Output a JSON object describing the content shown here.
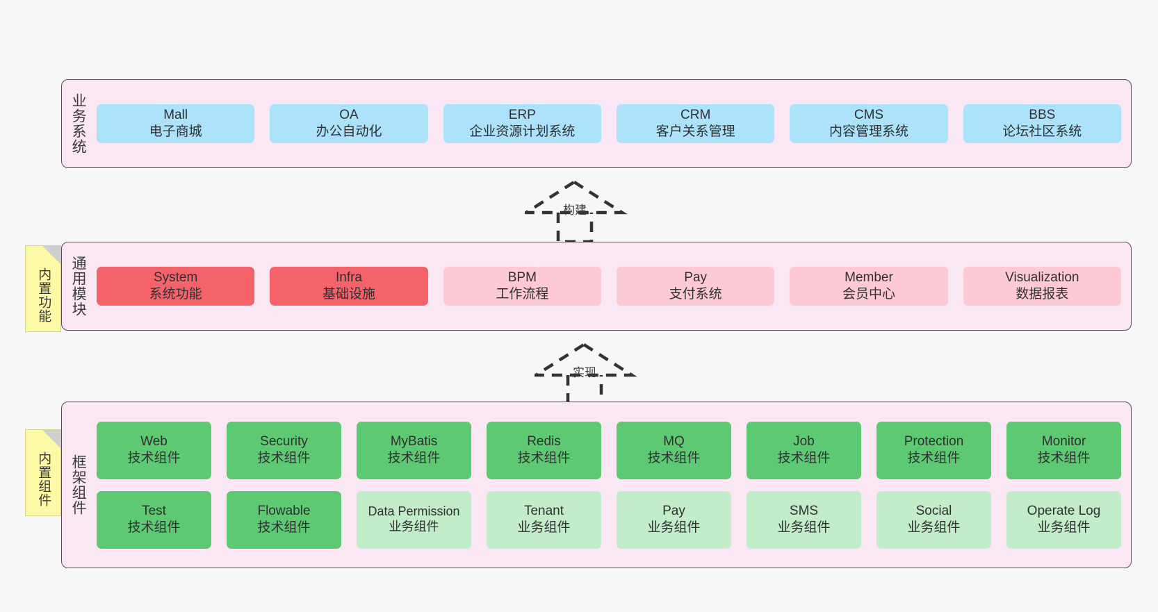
{
  "diagram": {
    "background": "#f7f7f7",
    "layer_fill": "#f9e7f3",
    "layer_border": "#5c4a52",
    "colors": {
      "business": "#ace3fb",
      "module_active": "#f4636a",
      "module_plain": "#fcc9d4",
      "tech_component": "#5dc973",
      "business_component": "#c2ecca",
      "note": "#fdfaa6",
      "note_fold": "#cfcfcf"
    }
  },
  "layers": {
    "business": {
      "title": "业务系统",
      "cards": [
        {
          "name": "Mall",
          "desc": "电子商城"
        },
        {
          "name": "OA",
          "desc": "办公自动化"
        },
        {
          "name": "ERP",
          "desc": "企业资源计划系统"
        },
        {
          "name": "CRM",
          "desc": "客户关系管理"
        },
        {
          "name": "CMS",
          "desc": "内容管理系统"
        },
        {
          "name": "BBS",
          "desc": "论坛社区系统"
        }
      ]
    },
    "modules": {
      "title": "通用模块",
      "note": "内置功能",
      "cards": [
        {
          "name": "System",
          "desc": "系统功能",
          "style": "c-red"
        },
        {
          "name": "Infra",
          "desc": "基础设施",
          "style": "c-red"
        },
        {
          "name": "BPM",
          "desc": "工作流程",
          "style": "c-pink"
        },
        {
          "name": "Pay",
          "desc": "支付系统",
          "style": "c-pink"
        },
        {
          "name": "Member",
          "desc": "会员中心",
          "style": "c-pink"
        },
        {
          "name": "Visualization",
          "desc": "数据报表",
          "style": "c-pink"
        }
      ]
    },
    "framework": {
      "title": "框架组件",
      "note": "内置组件",
      "row1": [
        {
          "name": "Web",
          "desc": "技术组件",
          "style": "c-green"
        },
        {
          "name": "Security",
          "desc": "技术组件",
          "style": "c-green"
        },
        {
          "name": "MyBatis",
          "desc": "技术组件",
          "style": "c-green"
        },
        {
          "name": "Redis",
          "desc": "技术组件",
          "style": "c-green"
        },
        {
          "name": "MQ",
          "desc": "技术组件",
          "style": "c-green"
        },
        {
          "name": "Job",
          "desc": "技术组件",
          "style": "c-green"
        },
        {
          "name": "Protection",
          "desc": "技术组件",
          "style": "c-green"
        },
        {
          "name": "Monitor",
          "desc": "技术组件",
          "style": "c-green"
        }
      ],
      "row2": [
        {
          "name": "Test",
          "desc": "技术组件",
          "style": "c-green"
        },
        {
          "name": "Flowable",
          "desc": "技术组件",
          "style": "c-green"
        },
        {
          "name": "Data Permission",
          "desc": "业务组件",
          "style": "c-lightgreen"
        },
        {
          "name": "Tenant",
          "desc": "业务组件",
          "style": "c-lightgreen"
        },
        {
          "name": "Pay",
          "desc": "业务组件",
          "style": "c-lightgreen"
        },
        {
          "name": "SMS",
          "desc": "业务组件",
          "style": "c-lightgreen"
        },
        {
          "name": "Social",
          "desc": "业务组件",
          "style": "c-lightgreen"
        },
        {
          "name": "Operate Log",
          "desc": "业务组件",
          "style": "c-lightgreen"
        }
      ]
    }
  },
  "arrows": [
    {
      "label": "构建"
    },
    {
      "label": "实现"
    }
  ]
}
